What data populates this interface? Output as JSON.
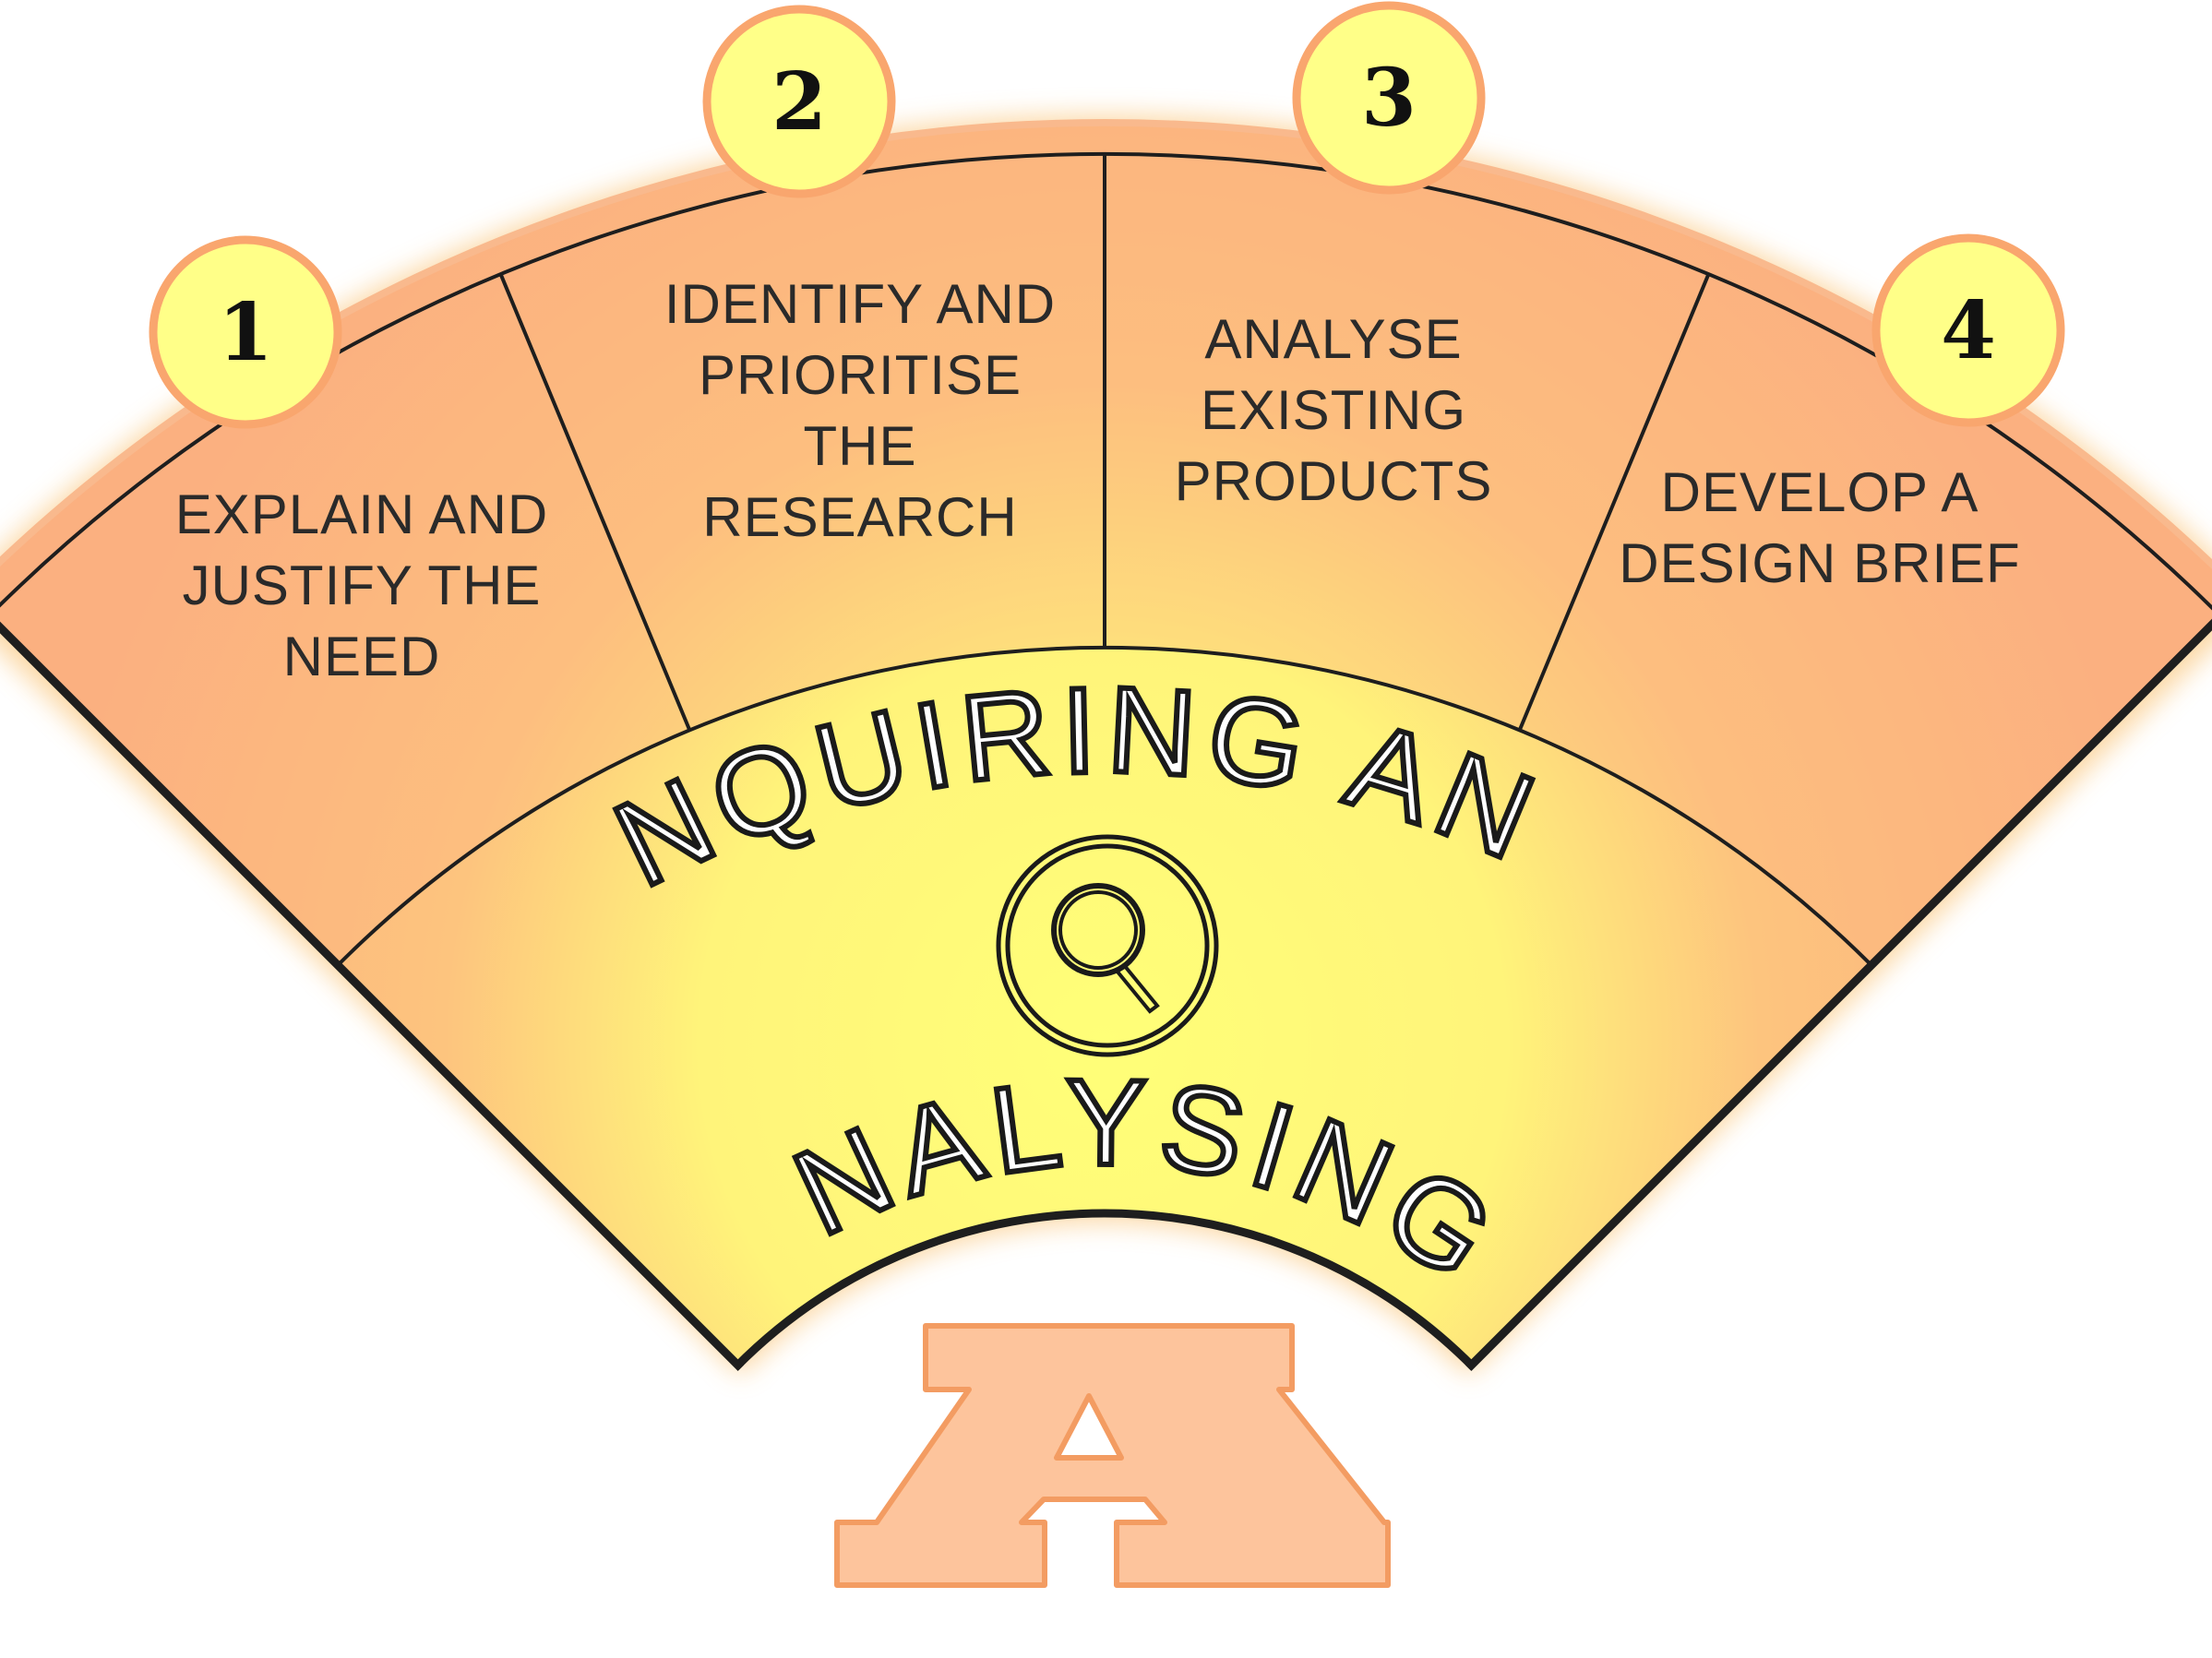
{
  "diagram": {
    "steps": [
      {
        "number": "1",
        "label_lines": [
          "EXPLAIN AND",
          "JUSTIFY THE",
          "NEED"
        ]
      },
      {
        "number": "2",
        "label_lines": [
          "IDENTIFY AND",
          "PRIORITISE",
          "THE",
          "RESEARCH"
        ]
      },
      {
        "number": "3",
        "label_lines": [
          "ANALYSE",
          "EXISTING",
          "PRODUCTS"
        ]
      },
      {
        "number": "4",
        "label_lines": [
          "DEVELOP A",
          "DESIGN BRIEF"
        ]
      }
    ],
    "title_line1": "INQUIRING AND",
    "title_line2": "ANALYSING",
    "center_icon": "magnifying-glass-icon",
    "logo_letter": "A",
    "colors": {
      "outer_fill": "#fcb482",
      "inner_fill": "#fff27a",
      "badge_fill": "#ffff88",
      "badge_ring": "#f9a66e",
      "logo_fill": "#fdc49c",
      "logo_stroke": "#f39c62",
      "line": "#1e1e1e"
    }
  }
}
